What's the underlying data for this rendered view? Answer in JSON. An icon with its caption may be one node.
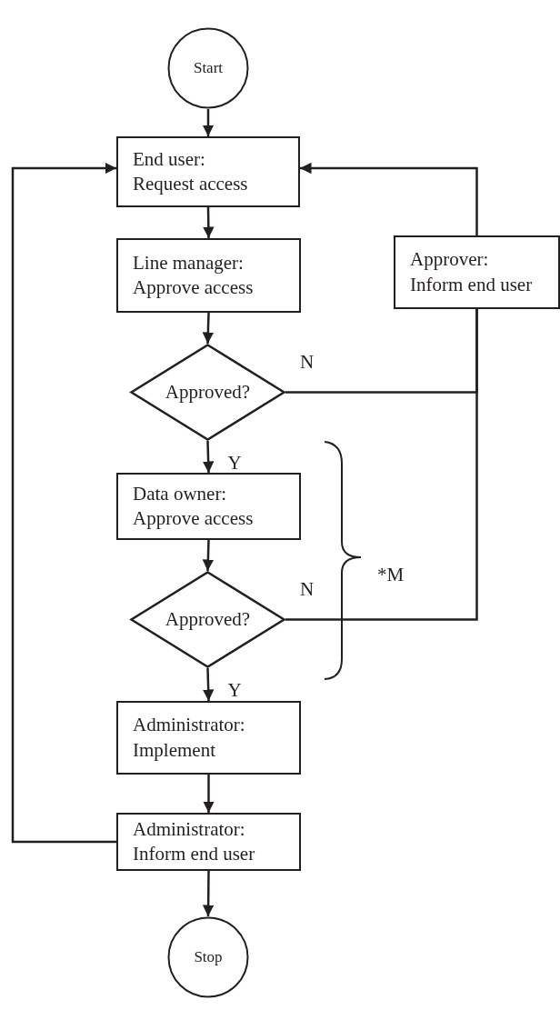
{
  "diagram": {
    "nodes": [
      {
        "text": [
          "Start"
        ]
      },
      {
        "text": [
          "End user:",
          "Request access"
        ]
      },
      {
        "text": [
          "Line manager:",
          "Approve access"
        ]
      },
      {
        "text": [
          "Approved?"
        ]
      },
      {
        "text": [
          "Approver:",
          "Inform end user"
        ]
      },
      {
        "text": [
          "Data owner:",
          "Approve access"
        ]
      },
      {
        "text": [
          "Approved?"
        ]
      },
      {
        "text": [
          "Administrator:",
          "Implement"
        ]
      },
      {
        "text": [
          "Administrator:",
          "Inform end user"
        ]
      },
      {
        "text": [
          "Stop"
        ]
      }
    ],
    "edges": [
      {
        "from": 0,
        "to": 1,
        "arrow": "to"
      },
      {
        "from": 1,
        "to": 2,
        "arrow": "to"
      },
      {
        "from": 2,
        "to": 3,
        "arrow": "to"
      },
      {
        "from": 3,
        "to": 5,
        "arrow": "to",
        "label": "Y"
      },
      {
        "from": 3,
        "to": 4,
        "arrow": "none",
        "label": "N"
      },
      {
        "from": 4,
        "to": 1,
        "arrow": "to"
      },
      {
        "from": 5,
        "to": 6,
        "arrow": "to"
      },
      {
        "from": 6,
        "to": 7,
        "arrow": "to",
        "label": "Y"
      },
      {
        "from": 6,
        "to": 4,
        "arrow": "none",
        "label": "N"
      },
      {
        "from": 7,
        "to": 8,
        "arrow": "to"
      },
      {
        "from": 8,
        "to": 1,
        "arrow": "to"
      },
      {
        "from": 8,
        "to": 9,
        "arrow": "to"
      }
    ],
    "labels": [
      "*M"
    ]
  }
}
